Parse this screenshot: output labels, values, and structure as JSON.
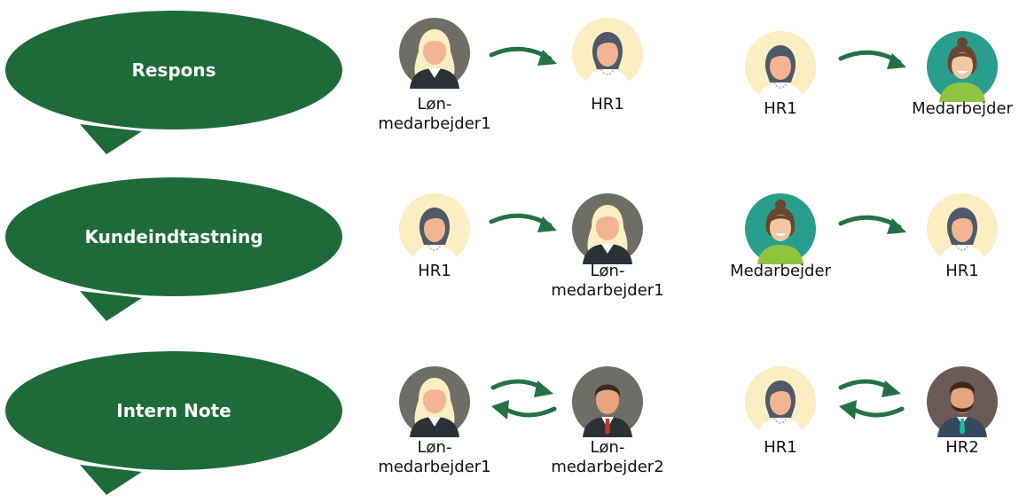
{
  "colors": {
    "bubble": "#1e6b3a",
    "arrow": "#237144",
    "text": "#111111"
  },
  "rows": [
    {
      "label": "Respons",
      "flows": [
        {
          "direction": "one-way",
          "from": {
            "name_lines": [
              "Løn-",
              "medarbejder1"
            ],
            "avatar": "blonde-woman-suit-avatar"
          },
          "to": {
            "name_lines": [
              "HR1"
            ],
            "avatar": "dark-hair-woman-pearls-avatar"
          }
        },
        {
          "direction": "one-way",
          "from": {
            "name_lines": [
              "HR1"
            ],
            "avatar": "dark-hair-woman-pearls-avatar"
          },
          "to": {
            "name_lines": [
              "Medarbejder"
            ],
            "avatar": "woman-green-top-avatar"
          }
        }
      ]
    },
    {
      "label": "Kundeindtastning",
      "flows": [
        {
          "direction": "one-way",
          "from": {
            "name_lines": [
              "HR1"
            ],
            "avatar": "dark-hair-woman-pearls-avatar"
          },
          "to": {
            "name_lines": [
              "Løn-",
              "medarbejder1"
            ],
            "avatar": "blonde-woman-suit-avatar"
          }
        },
        {
          "direction": "one-way",
          "from": {
            "name_lines": [
              "Medarbejder"
            ],
            "avatar": "woman-green-top-avatar"
          },
          "to": {
            "name_lines": [
              "HR1"
            ],
            "avatar": "dark-hair-woman-pearls-avatar"
          }
        }
      ]
    },
    {
      "label": "Intern Note",
      "flows": [
        {
          "direction": "two-way",
          "from": {
            "name_lines": [
              "Løn-",
              "medarbejder1"
            ],
            "avatar": "blonde-woman-suit-avatar"
          },
          "to": {
            "name_lines": [
              "Løn-",
              "medarbejder2"
            ],
            "avatar": "man-suit-avatar"
          }
        },
        {
          "direction": "two-way",
          "from": {
            "name_lines": [
              "HR1"
            ],
            "avatar": "dark-hair-woman-pearls-avatar"
          },
          "to": {
            "name_lines": [
              "HR2"
            ],
            "avatar": "bearded-man-avatar"
          }
        }
      ]
    }
  ]
}
